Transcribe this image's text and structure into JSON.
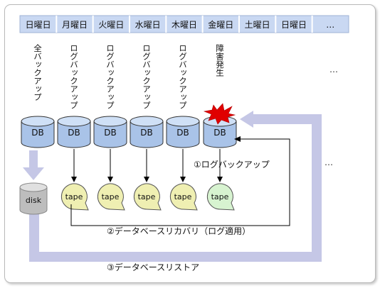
{
  "days": [
    "日曜日",
    "月曜日",
    "火曜日",
    "水曜日",
    "木曜日",
    "金曜日",
    "土曜日",
    "日曜日",
    "…"
  ],
  "column_labels": [
    "全バックアップ",
    "ログバックアップ",
    "ログバックアップ",
    "ログバックアップ",
    "ログバックアップ",
    "障害発生"
  ],
  "db_labels": [
    "DB",
    "DB",
    "DB",
    "DB",
    "DB",
    "DB"
  ],
  "disk_label": "disk",
  "tape_labels": [
    "tape",
    "tape",
    "tape",
    "tape",
    "tape"
  ],
  "ellipses": [
    "…",
    "…"
  ],
  "annotations": {
    "log_backup": "①ログバックアップ",
    "recovery": "②データベースリカバリ（ログ適用）",
    "restore": "③データベースリストア"
  },
  "colors": {
    "day_bar": "#c9d8f2",
    "db_fill": "#a9c3e8",
    "tape_yellow": "#efefb2",
    "tape_green": "#d7f3d0",
    "disk_fill": "#bdbdbd",
    "lavender_arrow": "#c5c7e6",
    "burst": "#e00000"
  }
}
